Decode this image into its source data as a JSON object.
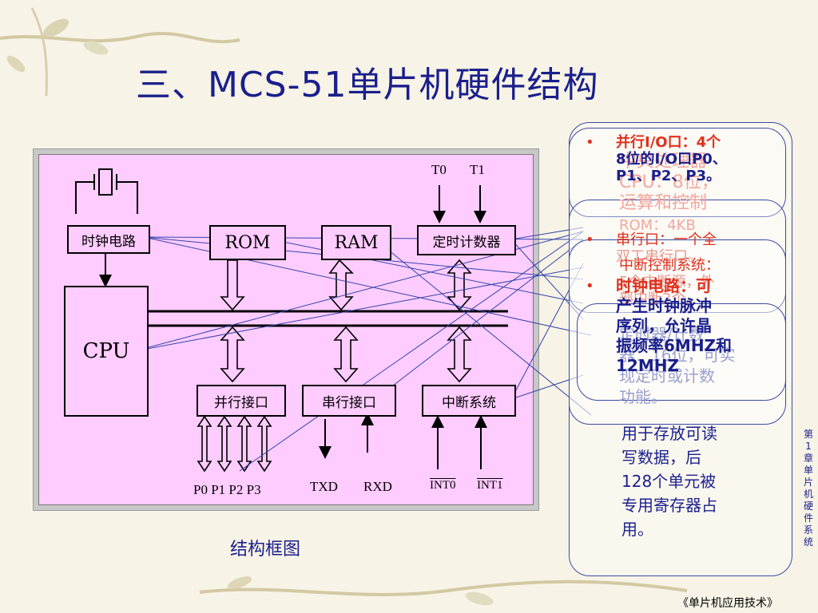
{
  "title": "三、MCS-51单片机硬件结构",
  "diagram": {
    "clock": "时钟电路",
    "rom": "ROM",
    "ram": "RAM",
    "timer": "定时计数器",
    "cpu": "CPU",
    "parallel": "并行接口",
    "serial": "串行接口",
    "interrupt": "中断系统",
    "t0": "T0",
    "t1": "T1",
    "ports": "P0 P1 P2 P3",
    "txd": "TXD",
    "rxd": "RXD",
    "int0": "INT0",
    "int1": "INT1"
  },
  "caption": "结构框图",
  "overlay": {
    "parallel_io": [
      "并行I/O口：4个",
      "8位的I/O口P0、",
      "P1、P2、P3。"
    ],
    "serial_io": [
      "串行口：一个全",
      "双工串行口。"
    ],
    "clock_text": [
      "时钟电路：可",
      "产生时钟脉冲",
      "序列，允许晶",
      "振频率6MHZ和",
      "12MHZ"
    ],
    "ram_text": [
      "定时器/计数",
      "器：16位，可实",
      "现定时或计数",
      "功能。",
      "用于存放可读",
      "写数据，后",
      "128个单元被",
      "专用寄存器占",
      "用。"
    ],
    "misc_text": [
      "中央处理器",
      "CPU：8位，",
      "运算和控制",
      "ROM：4KB",
      "中断控制系统：",
      "5个中断源，外",
      "部中断2个。"
    ]
  },
  "side_text": "第1章 单片机硬件系统",
  "footer": "《单片机应用技术》",
  "colors": {
    "title": "#1a1f8c",
    "diagram_bg": "#ffccff",
    "red": "#e0301e",
    "blue": "#1a1f8c"
  }
}
